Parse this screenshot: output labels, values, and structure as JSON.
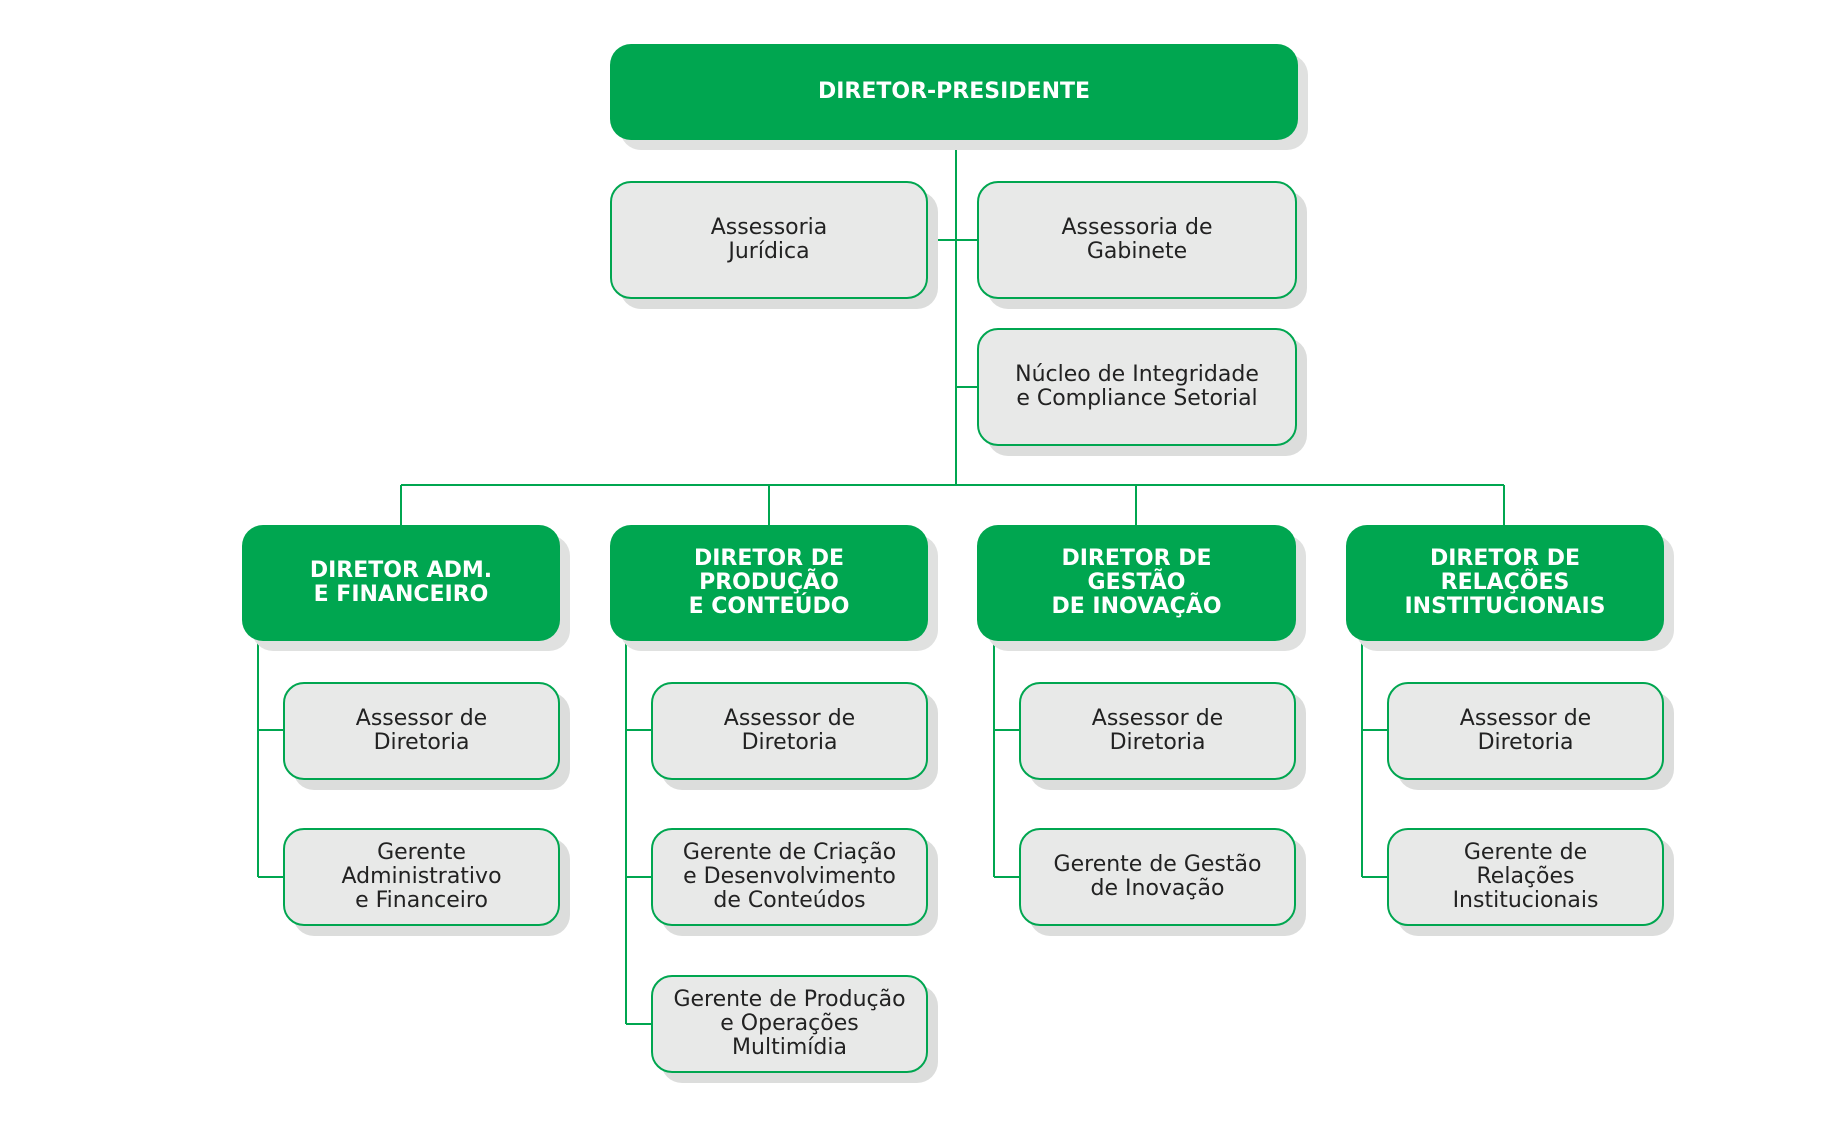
{
  "colors": {
    "accent": "#00a650",
    "sub_fill": "#e8e9e8",
    "shadow": "#dcdddc",
    "text": "#222222"
  },
  "president": {
    "lines": [
      "DIRETOR-PRESIDENTE"
    ]
  },
  "president_staff": {
    "assessoria_juridica": [
      "Assessoria",
      "Jurídica"
    ],
    "assessoria_gabinete": [
      "Assessoria de",
      "Gabinete"
    ],
    "nucleo_integridade": [
      "Núcleo de Integridade",
      "e Compliance Setorial"
    ]
  },
  "directors": [
    {
      "id": "adm-financeiro",
      "lines": [
        "DIRETOR ADM.",
        "E FINANCEIRO"
      ],
      "units": [
        [
          "Assessor de",
          "Diretoria"
        ],
        [
          "Gerente",
          "Administrativo",
          "e Financeiro"
        ]
      ]
    },
    {
      "id": "producao-conteudo",
      "lines": [
        "DIRETOR DE",
        "PRODUÇÃO",
        "E CONTEÚDO"
      ],
      "units": [
        [
          "Assessor de",
          "Diretoria"
        ],
        [
          "Gerente de Criação",
          "e Desenvolvimento",
          "de Conteúdos"
        ],
        [
          "Gerente de Produção",
          "e Operações",
          "Multimídia"
        ]
      ]
    },
    {
      "id": "gestao-inovacao",
      "lines": [
        "DIRETOR DE",
        "GESTÃO",
        "DE INOVAÇÃO"
      ],
      "units": [
        [
          "Assessor de",
          "Diretoria"
        ],
        [
          "Gerente de Gestão",
          "de Inovação"
        ]
      ]
    },
    {
      "id": "relacoes-institucionais",
      "lines": [
        "DIRETOR DE",
        "RELAÇÕES",
        "INSTITUCIONAIS"
      ],
      "units": [
        [
          "Assessor de",
          "Diretoria"
        ],
        [
          "Gerente de",
          "Relações",
          "Institucionais"
        ]
      ]
    }
  ]
}
